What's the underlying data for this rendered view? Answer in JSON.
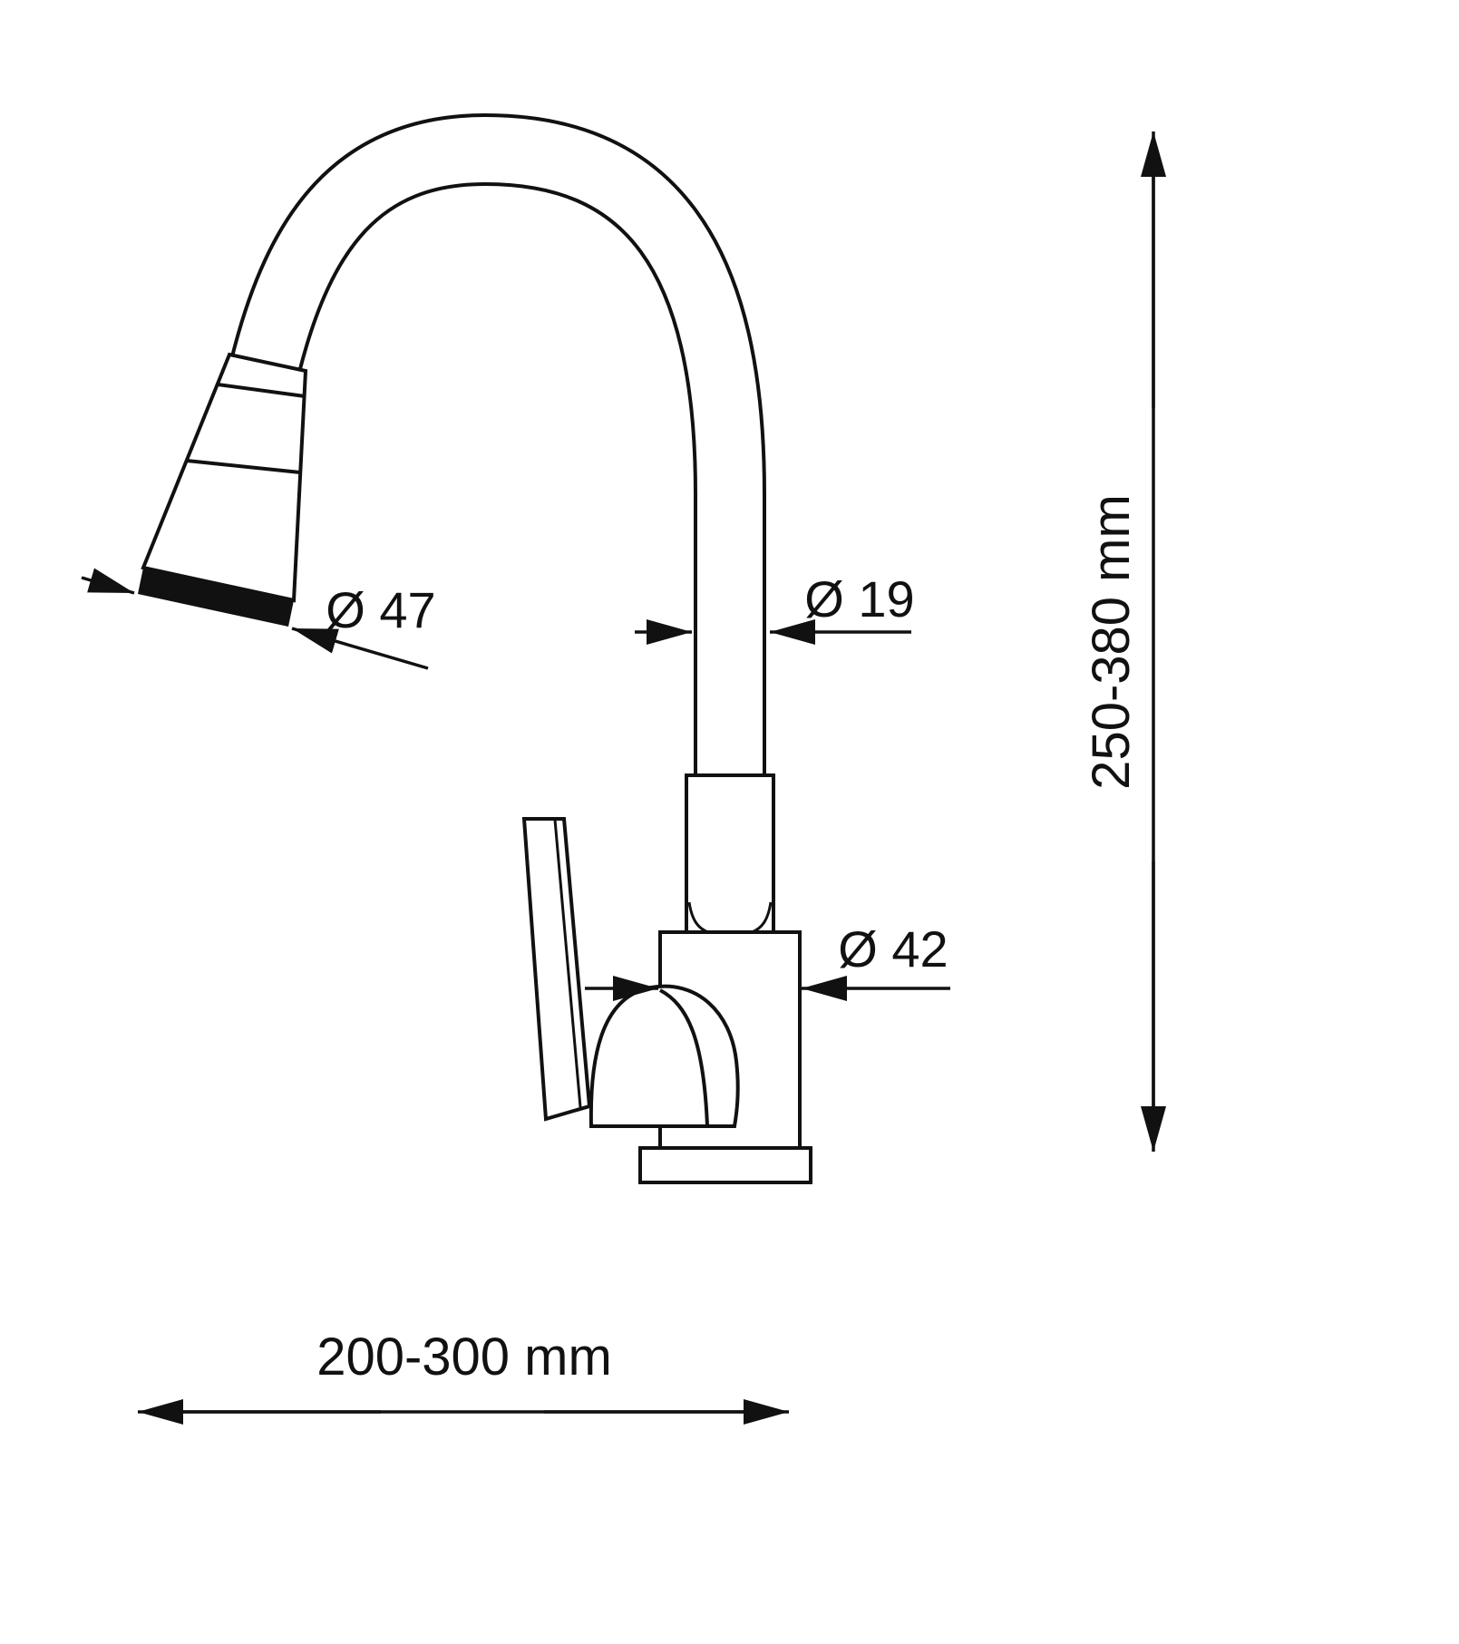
{
  "diagram": {
    "background_color": "#ffffff",
    "line_color": "#111111",
    "labels": {
      "spray_diameter": "Ø 47",
      "hose_diameter": "Ø 19",
      "body_diameter": "Ø 42",
      "height_range": "250-380 mm",
      "reach_range": "200-300 mm"
    }
  }
}
